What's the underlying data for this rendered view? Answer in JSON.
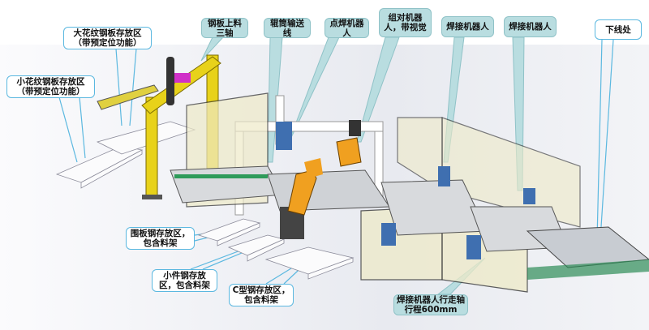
{
  "callouts": {
    "steel_loading_3axis": "钢板上料三轴",
    "roller_conveyor": "辊筒输送线",
    "spot_welding_robot": "点焊机器人",
    "assembly_robot_vision": "组对机器人，带视觉",
    "welding_robot_1": "焊接机器人",
    "welding_robot_2": "焊接机器人",
    "offline_point": "下线处",
    "large_pattern_plate_area": "大花纹钢板存放区（带预定位功能）",
    "small_pattern_plate_area": "小花纹钢板存放区（带预定位功能）",
    "enclosure_steel_area": "围板钢存放区，包含料架",
    "small_parts_area": "小件钢存放区，包含料架",
    "c_steel_area": "C型钢存放区，包含料架",
    "walking_axis": "焊接机器人行走轴行程600mm"
  },
  "colors": {
    "callout_teal": "#b9dde0",
    "callout_border": "#5bb8e0",
    "gantry": "#e8d21a",
    "robot_orange": "#f0a020",
    "robot_blue": "#3f6fb0",
    "fence": "#eeeac8"
  }
}
